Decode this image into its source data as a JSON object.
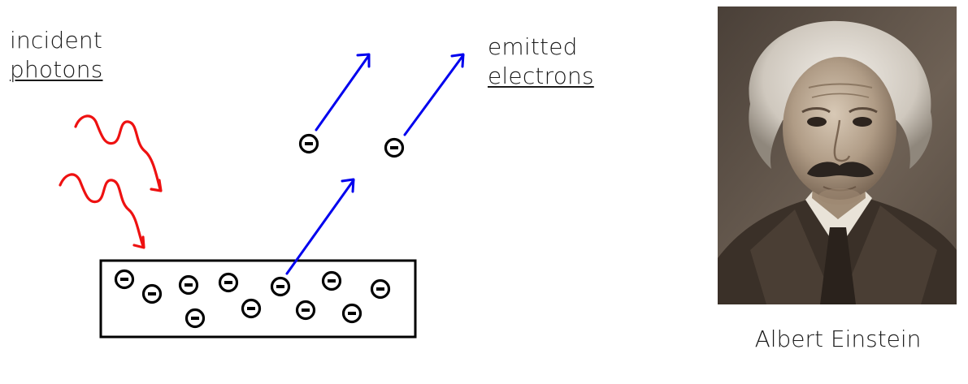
{
  "labels": {
    "incident_line1": "incident",
    "incident_line2": "photons",
    "emitted_line1": "emitted",
    "emitted_line2": "electrons"
  },
  "portrait": {
    "caption": "Albert Einstein"
  },
  "electron_symbol": "−",
  "colors": {
    "photon": "#ee1111",
    "electron_path": "#0000ee",
    "outline": "#000000"
  },
  "icons": {
    "electron": "electron-icon",
    "photon": "wavy-arrow-icon",
    "emission": "straight-arrow-icon"
  }
}
